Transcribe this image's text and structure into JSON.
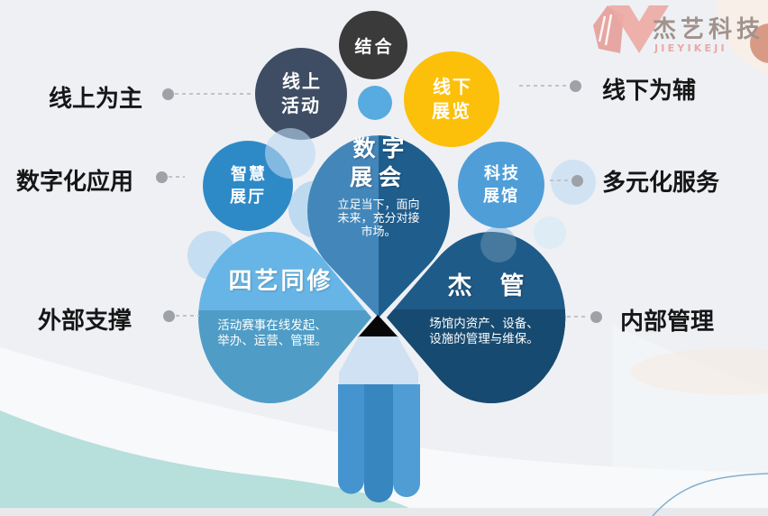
{
  "brand": {
    "name": "杰艺科技",
    "name_latin": "JIEYIKEJI"
  },
  "side_labels": {
    "left": [
      "线上为主",
      "数字化应用",
      "外部支撑"
    ],
    "right": [
      "线下为辅",
      "多元化服务",
      "内部管理"
    ]
  },
  "bubbles": {
    "combine": "结合",
    "online_activity": "线上\n活动",
    "offline_exhibition": "线下\n展览",
    "smart_hall": "智慧\n展厅",
    "tech_venue": "科技\n展馆"
  },
  "petals": {
    "center": {
      "title": "数字\n展会",
      "desc": "立足当下，面向\n未来，充分对接\n市场。"
    },
    "lower_left": {
      "title": "四艺同修",
      "desc": "活动赛事在线发起、\n举办、运营、管理。"
    },
    "lower_right": {
      "title": "杰　管",
      "desc": "场馆内资产、设备、\n设施的管理与维保。"
    }
  },
  "colors": {
    "background": "#eef0f4",
    "teal_wave": "#b7dfdb",
    "yellow": "#fcc00a",
    "dark_gray": "#3a3a3a",
    "dark_navy": "#3e4d63",
    "blue_medium": "#2e8ac7",
    "blue_light": "#4f9ed8",
    "petal_center_left": "#4387ba",
    "petal_center_right": "#1f5d8c",
    "petal_ll_top": "#67b5e6",
    "petal_ll_bottom": "#4f9dc6",
    "petal_lr_top": "#1f5b88",
    "petal_lr_bottom": "#174a70",
    "pencil_wood": "#cfe1f2",
    "brand_salmon": "#e9a49e"
  }
}
